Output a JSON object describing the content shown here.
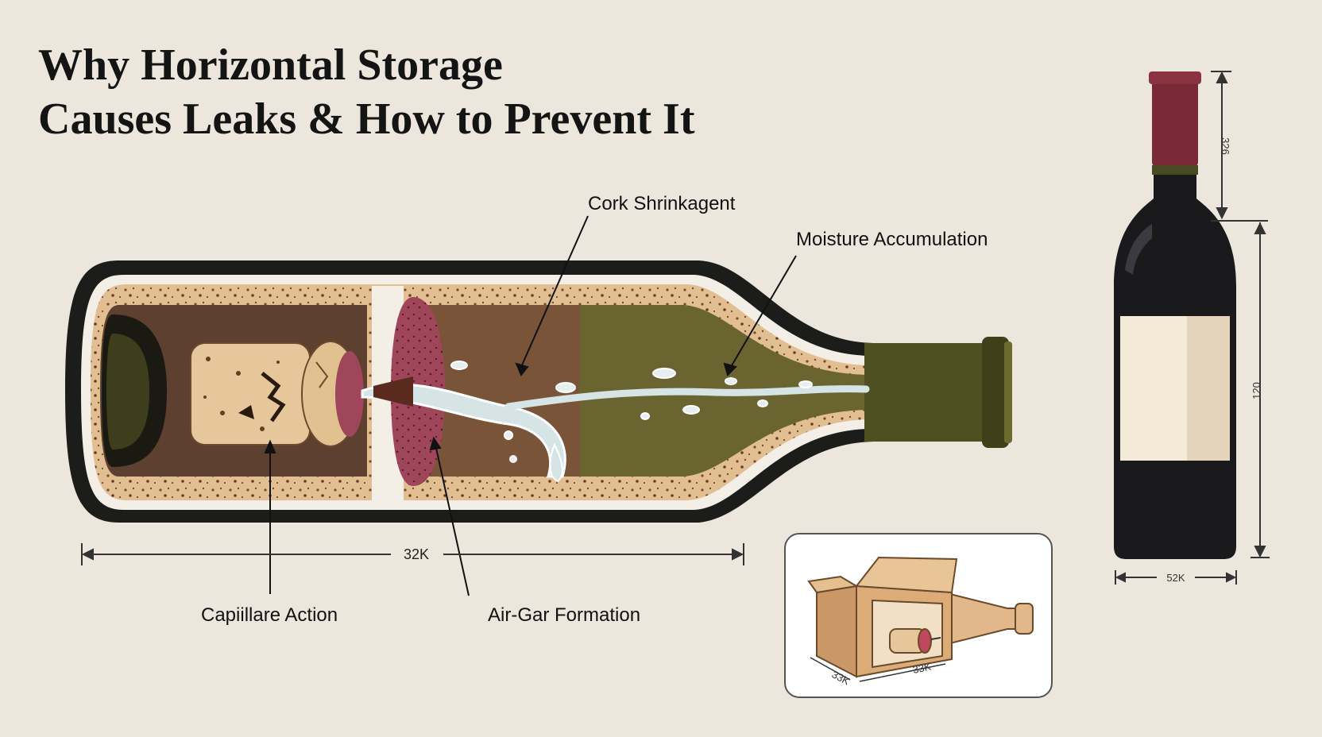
{
  "title": {
    "line1": "Why Horizontal Storage",
    "line2": "Causes Leaks & How to Prevent It"
  },
  "callouts": {
    "cork_shrinkage": "Cork Shrinkagent",
    "moisture": "Moisture Accumulation",
    "capillary": "Capiіllare Action",
    "air_gap": "Air-Gar Formation"
  },
  "dimensions": {
    "bottle_length": "32K",
    "upright_neck": "326",
    "upright_body": "120",
    "upright_width": "52K",
    "box_a": "33K",
    "box_b": "33K"
  },
  "colors": {
    "background": "#ece6dc",
    "bottle_glass": "#1c1c1a",
    "wine_brown": "#6b4a33",
    "olive_neck": "#5a5a28",
    "cork": "#e2bf92",
    "foil_capsule": "#7a2a36",
    "leak_water": "#d6e4e6"
  },
  "icons": [
    "horizontal-bottle-cutaway",
    "cork-icon",
    "upright-bottle",
    "storage-box-icon"
  ]
}
